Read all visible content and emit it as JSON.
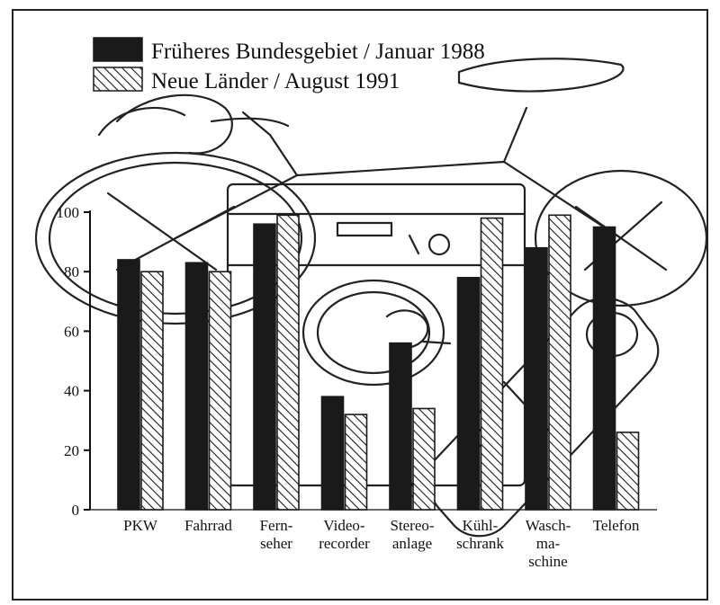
{
  "chart_data": {
    "type": "bar",
    "title": "",
    "xlabel": "",
    "ylabel": "",
    "ylim": [
      0,
      100
    ],
    "yticks": [
      0,
      20,
      40,
      60,
      80,
      100
    ],
    "grid": false,
    "legend_position": "top-left",
    "categories": [
      [
        "PKW"
      ],
      [
        "Fahrrad"
      ],
      [
        "Fern-",
        "seher"
      ],
      [
        "Video-",
        "recorder"
      ],
      [
        "Stereo-",
        "anlage"
      ],
      [
        "Kühl-",
        "schrank"
      ],
      [
        "Wasch-",
        "ma-",
        "schine"
      ],
      [
        "Telefon"
      ]
    ],
    "series": [
      {
        "name": "Früheres Bundesgebiet / Januar 1988",
        "fill": "solid",
        "color": "#1a1a1a",
        "values": [
          84,
          83,
          96,
          38,
          56,
          78,
          88,
          95
        ]
      },
      {
        "name": "Neue Länder / August 1991",
        "fill": "hatched",
        "color": "#1a1a1a",
        "values": [
          80,
          80,
          99,
          32,
          34,
          98,
          99,
          26
        ]
      }
    ]
  }
}
